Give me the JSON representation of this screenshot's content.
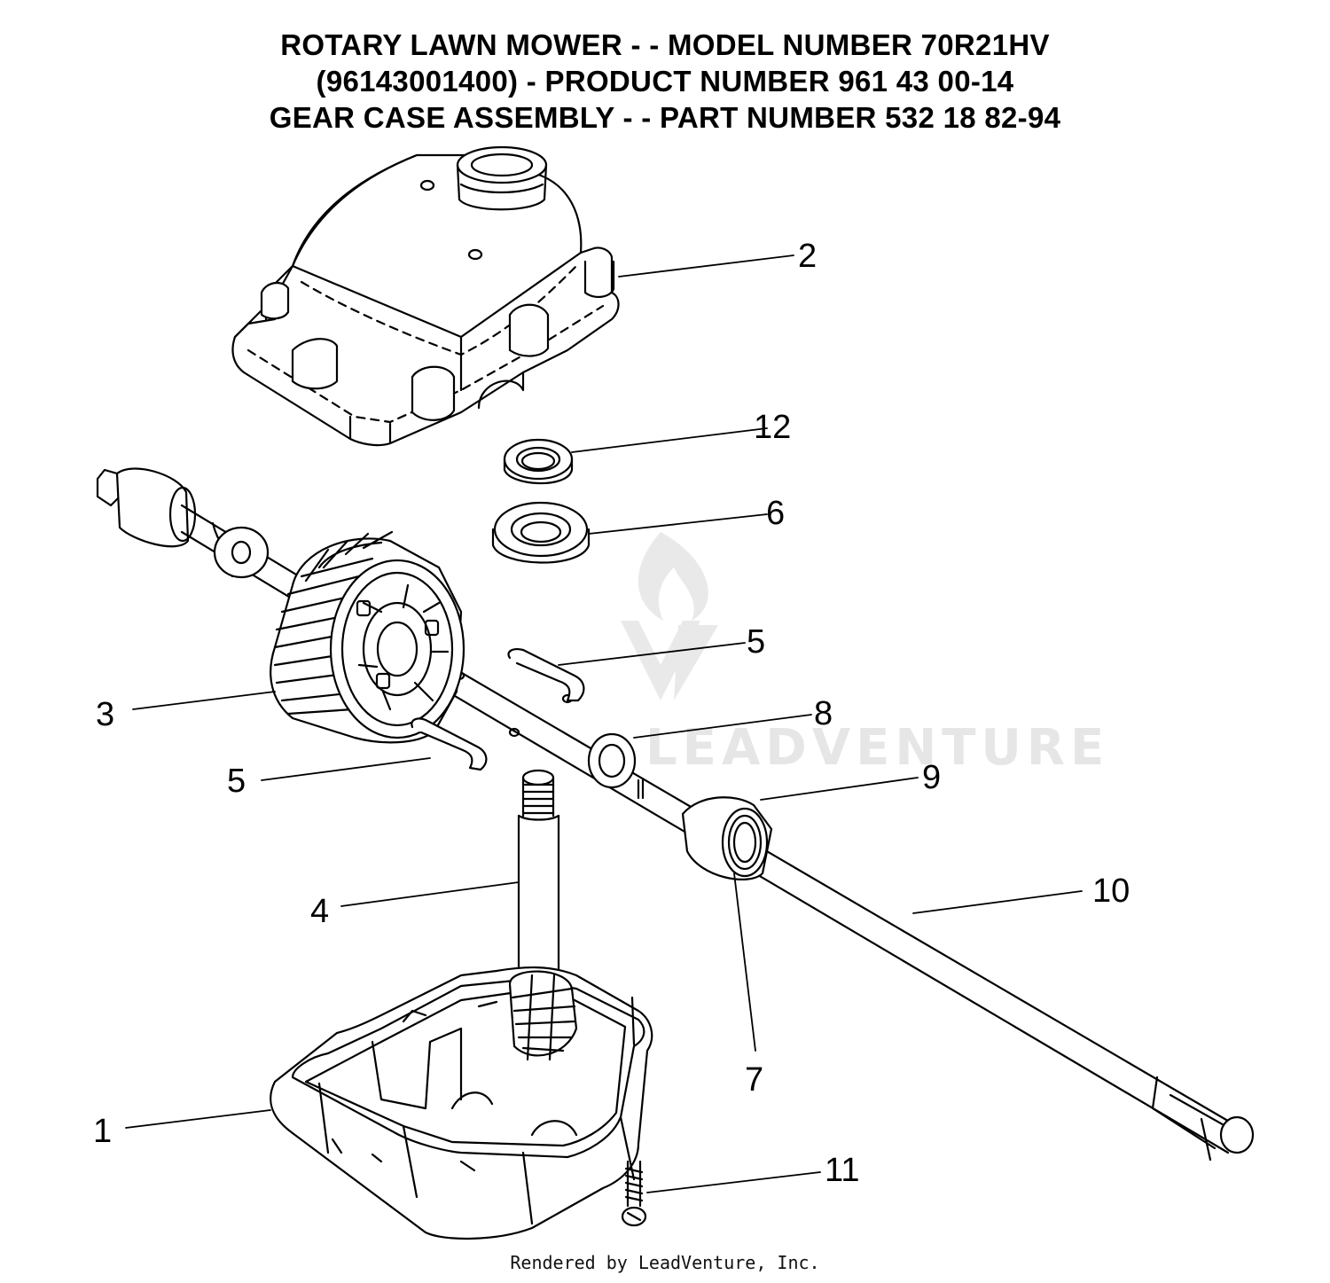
{
  "header": {
    "line1": "ROTARY LAWN MOWER - - MODEL NUMBER  70R21HV",
    "line2": "(96143001400) - PRODUCT NUMBER 961 43 00-14",
    "line3": "GEAR CASE ASSEMBLY - - PART NUMBER 532 18 82-94"
  },
  "watermark": {
    "text": "LEADVENTURE"
  },
  "callouts": {
    "c1": "1",
    "c2": "2",
    "c3": "3",
    "c4": "4",
    "c5a": "5",
    "c5b": "5",
    "c6": "6",
    "c7": "7",
    "c8": "8",
    "c9": "9",
    "c10": "10",
    "c11": "11",
    "c12": "12"
  },
  "footer": {
    "text": "Rendered by LeadVenture, Inc."
  },
  "colors": {
    "line": "#000000",
    "watermark": "#e6e6e6",
    "background": "#ffffff"
  }
}
